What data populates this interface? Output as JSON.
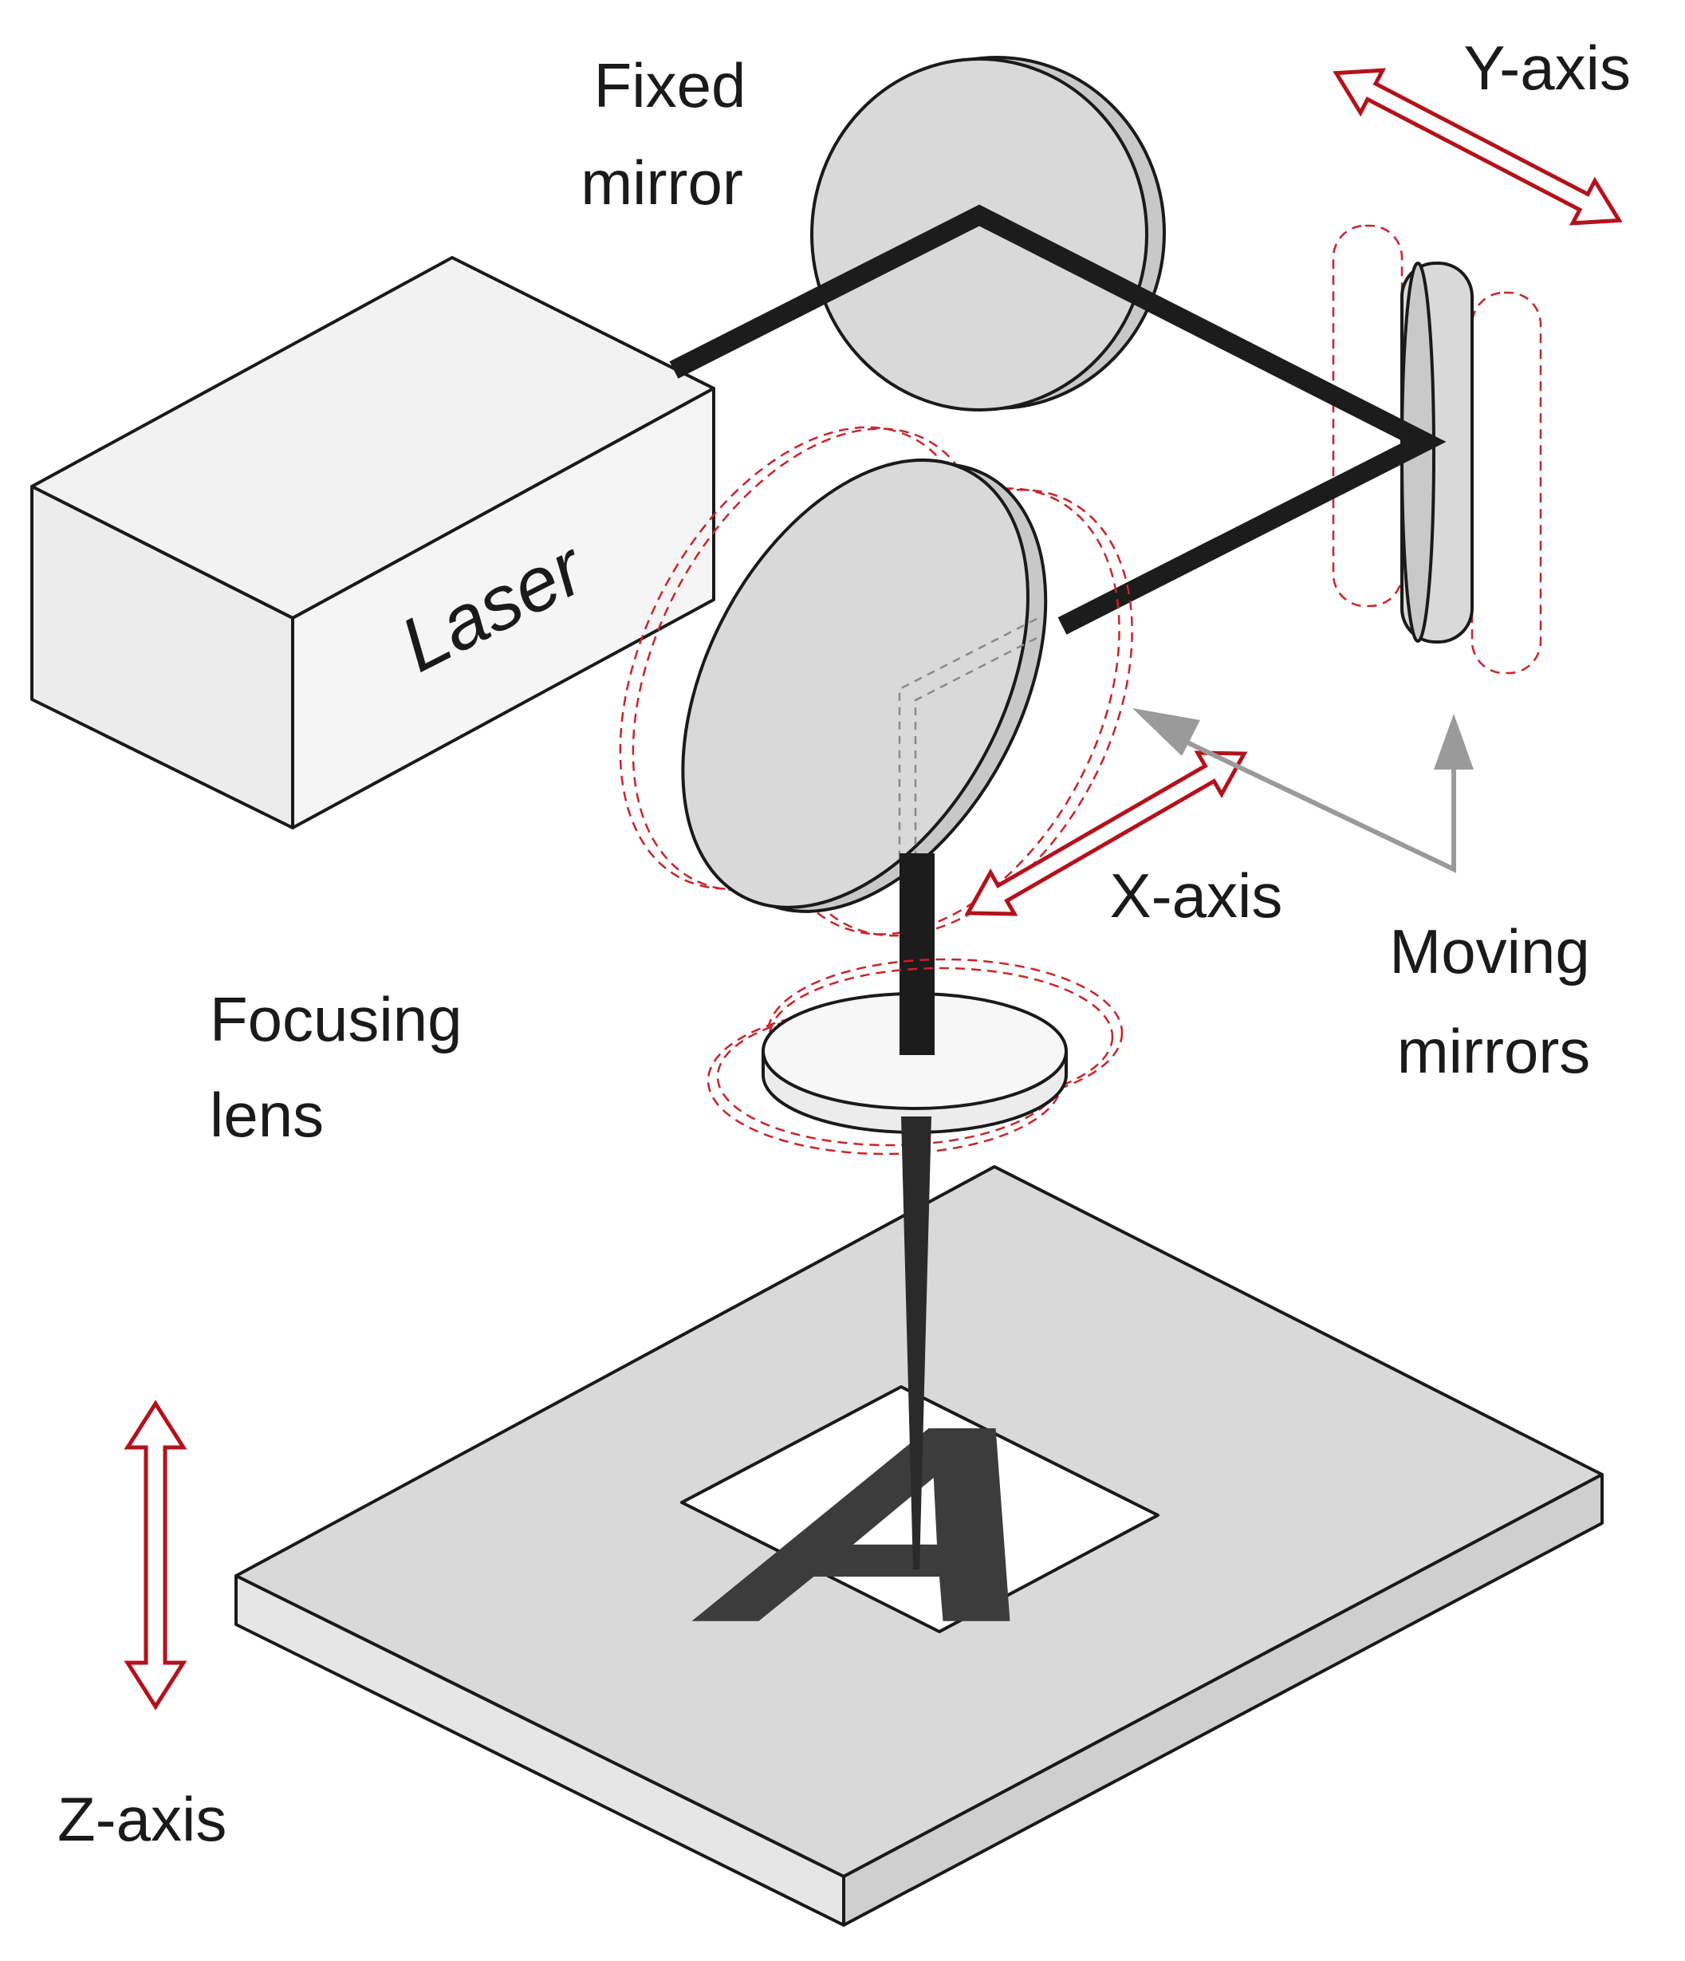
{
  "labels": {
    "fixed_mirror_line1": "Fixed",
    "fixed_mirror_line2": "mirror",
    "y_axis": "Y-axis",
    "x_axis": "X-axis",
    "z_axis": "Z-axis",
    "laser": "Laser",
    "focusing_lens_line1": "Focusing",
    "focusing_lens_line2": "lens",
    "moving_mirrors_line1": "Moving",
    "moving_mirrors_line2": "mirrors",
    "engraved_letter": "A"
  },
  "colors": {
    "axis_arrow": "#b3121d",
    "motion_trace": "#c8242b",
    "component_fill": "#d9d9d9",
    "beam": "#1c1c1c",
    "pointer_arrow": "#9a9a9a"
  }
}
